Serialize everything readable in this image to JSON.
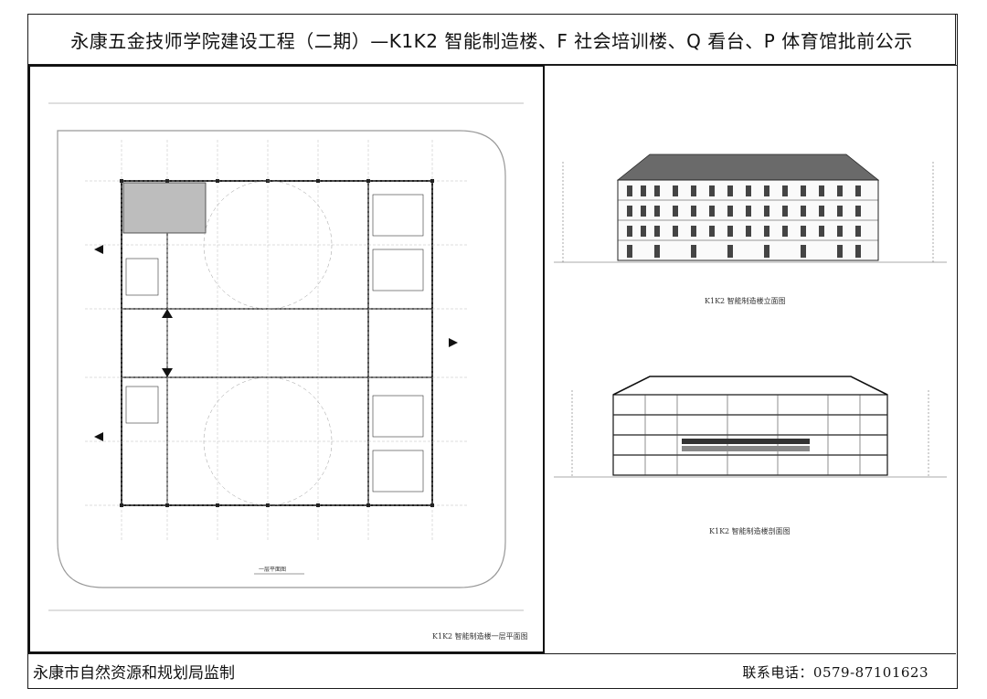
{
  "title": "永康五金技师学院建设工程（二期）—K1K2 智能制造楼、F 社会培训楼、Q 看台、P 体育馆批前公示",
  "drawings": {
    "plan_caption": "K1K2 智能制造楼一层平面图",
    "plan_sublabel": "一层平面图",
    "elevation_caption": "K1K2 智能制造楼立面图",
    "section_caption": "K1K2 智能制造楼剖面图"
  },
  "footer": {
    "authority": "永康市自然资源和规划局监制",
    "contact_label": "联系电话：",
    "contact_phone": "0579-87101623"
  }
}
